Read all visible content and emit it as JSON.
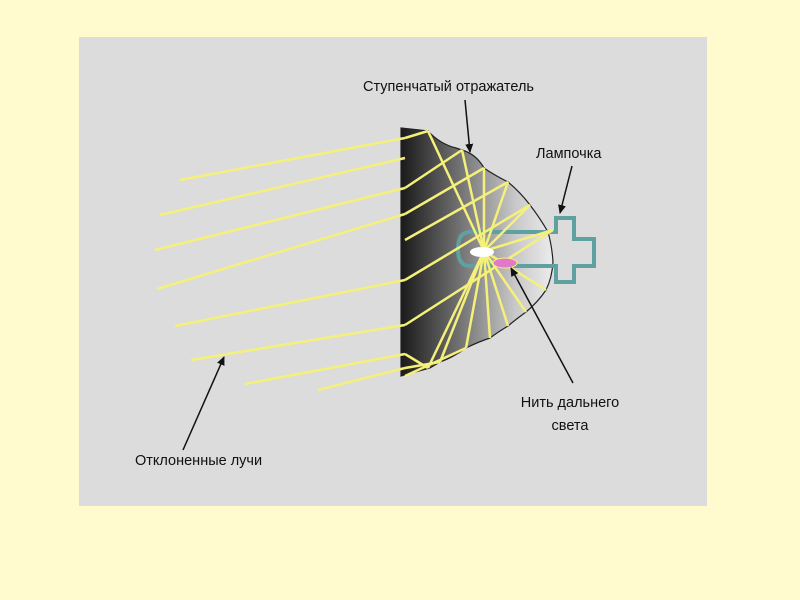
{
  "labels": {
    "stepped_reflector": "Ступенчатый отражатель",
    "bulb": "Лампочка",
    "high_beam_filament_line1": "Нить дальнего",
    "high_beam_filament_line2": "света",
    "deflected_rays": "Отклоненные лучи"
  },
  "colors": {
    "background": "#fffbce",
    "panel": "#dcdcdc",
    "ray": "#f5f07a",
    "bulb_outline": "#5fa0a0",
    "filament": "#e07ac8",
    "text": "#111111"
  }
}
